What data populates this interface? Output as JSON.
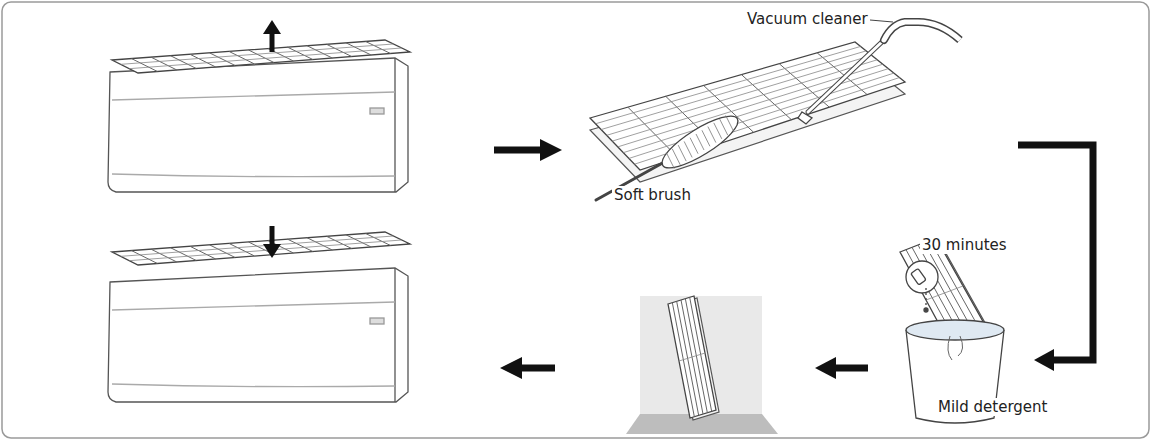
{
  "diagram": {
    "labels": [
      "Vacuum cleaner",
      "Soft brush",
      "30 minutes",
      "Mild detergent"
    ]
  }
}
